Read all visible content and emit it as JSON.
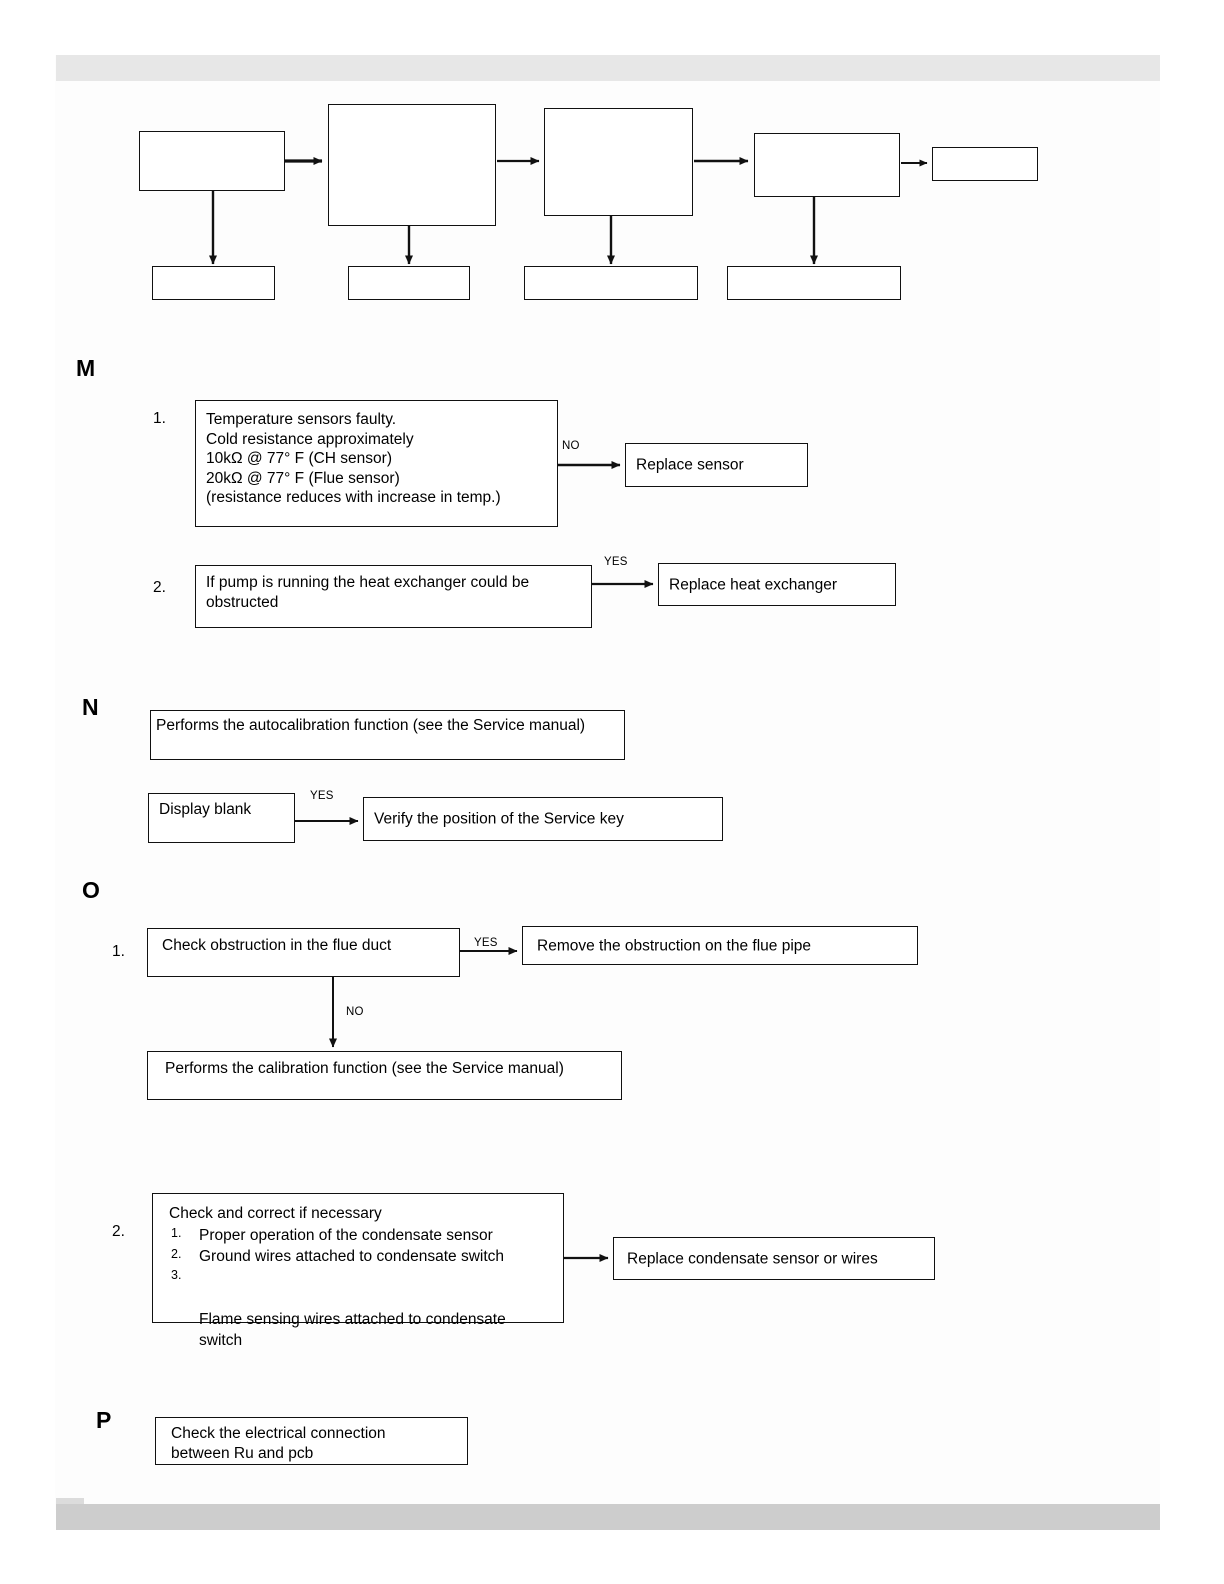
{
  "page": {
    "background_color": "#ffffff",
    "scan_color": "#fdfdfd",
    "header_band_color": "#e7e7e7",
    "footer_band_color": "#cdcdcd",
    "ink_color": "#111111"
  },
  "top_flowchart": {
    "note": "series of empty (blank) flow-chart boxes connected by arrows",
    "top_row": [
      {
        "label": ""
      },
      {
        "label": ""
      },
      {
        "label": ""
      },
      {
        "label": ""
      },
      {
        "label": ""
      }
    ],
    "bottom_row": [
      {
        "label": ""
      },
      {
        "label": ""
      },
      {
        "label": ""
      },
      {
        "label": ""
      }
    ]
  },
  "sections": {
    "m": {
      "letter": "M",
      "items": [
        {
          "ordinal": "1.",
          "text": "Temperature sensors faulty.\nCold resistance approximately\n10kΩ @ 77° F (CH sensor)\n20kΩ @ 77° F (Flue sensor)\n(resistance reduces with increase in temp.)",
          "branch_label": "NO",
          "result": "Replace sensor"
        },
        {
          "ordinal": "2.",
          "text": "If pump is running the heat exchanger could be\nobstructed",
          "branch_label": "YES",
          "result": "Replace heat exchanger"
        }
      ]
    },
    "n": {
      "letter": "N",
      "items": [
        {
          "text": "Performs the autocalibration function (see the Service manual)"
        },
        {
          "text": "Display blank",
          "branch_label": "YES",
          "result": "Verify the position of the Service key"
        }
      ]
    },
    "o": {
      "letter": "O",
      "items": [
        {
          "ordinal": "1.",
          "text": "Check obstruction in the flue duct",
          "branch_yes_label": "YES",
          "result_yes": "Remove the obstruction on the flue pipe",
          "branch_no_label": "NO",
          "result_no": "Performs the calibration function (see the Service manual)"
        },
        {
          "ordinal": "2.",
          "heading": "Check and correct if necessary",
          "list": [
            {
              "idx": "1.",
              "text": "Proper operation of the condensate sensor"
            },
            {
              "idx": "2.",
              "text": "Ground wires attached to condensate switch"
            },
            {
              "idx": "3.",
              "text": "Flame sensing wires attached to condensate\nswitch"
            }
          ],
          "result": "Replace condensate sensor or wires"
        }
      ]
    },
    "p": {
      "letter": "P",
      "items": [
        {
          "text": "Check  the electrical connection\nbetween Ru and pcb"
        }
      ]
    }
  }
}
